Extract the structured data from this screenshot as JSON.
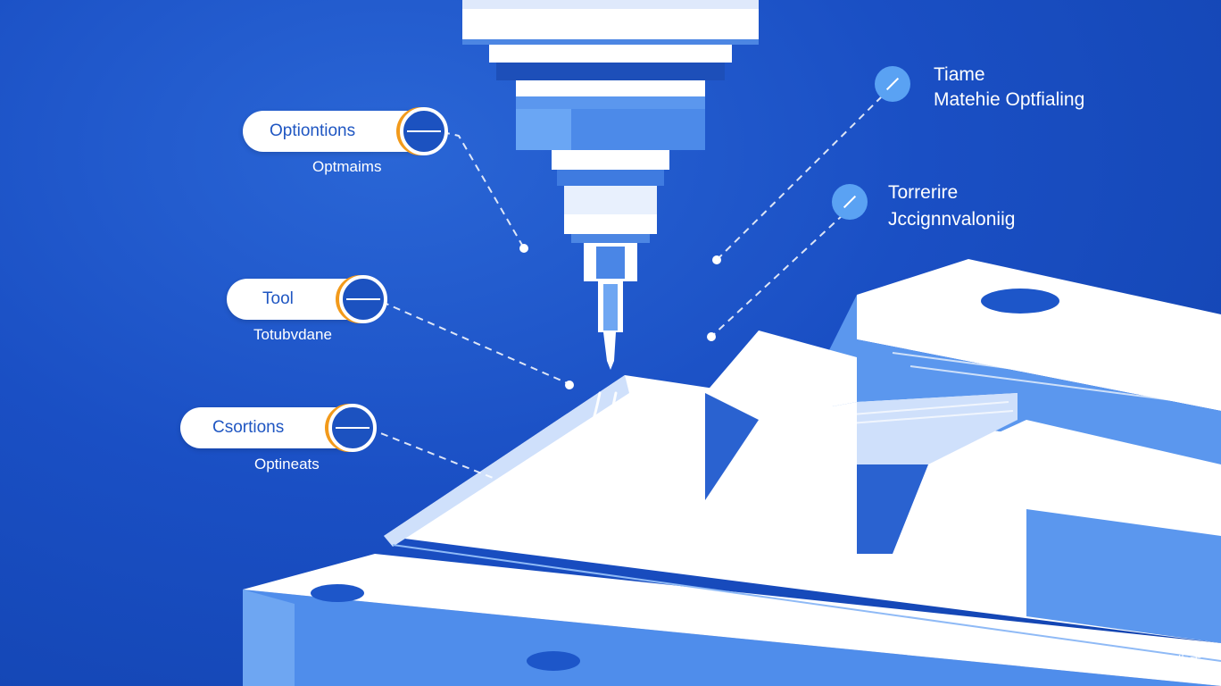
{
  "callouts_left": [
    {
      "label": "Optiontions",
      "sub": "Optmaims"
    },
    {
      "label": "Tool",
      "sub": "Totubvdane"
    },
    {
      "label": "Csortions",
      "sub": "Optineats"
    }
  ],
  "callouts_right": [
    {
      "title": "Tiame",
      "sub": "Matehie Optfialing"
    },
    {
      "title": "Torrerire",
      "sub": "Jccignnvaloniig"
    }
  ],
  "watermark": "TRAE AI 生成",
  "colors": {
    "background": "#1a4fc4",
    "accent_orange": "#f29a1b",
    "light_blue": "#5aa2f3",
    "white": "#ffffff"
  },
  "icons": {
    "left_marker": "ring-marker-icon",
    "right_marker": "slash-circle-icon"
  }
}
